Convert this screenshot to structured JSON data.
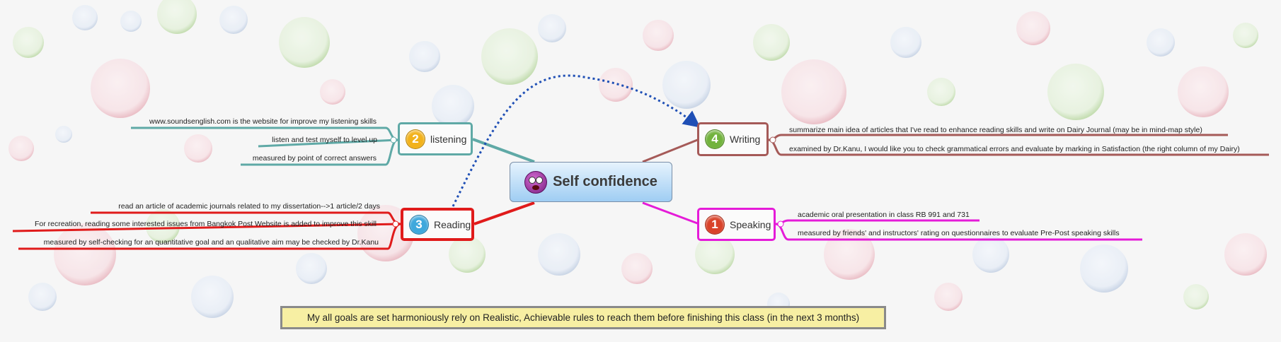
{
  "central": {
    "title": "Self confidence"
  },
  "colors": {
    "listening": "#5fa9a6",
    "reading": "#e01b1b",
    "writing": "#a55a58",
    "speaking": "#e51bd8"
  },
  "topics": {
    "listening": {
      "number": "2",
      "label": "listening",
      "badge_color": "#f2b21b",
      "items": [
        "www.soundsenglish.com is the website for improve my listening skills",
        "listen and test myself to level up",
        "measured by point of correct answers"
      ]
    },
    "reading": {
      "number": "3",
      "label": "Reading",
      "badge_color": "#3fa8dc",
      "items": [
        "read an article of academic journals related to my dissertation-->1 article/2 days",
        "For recreation, reading some interested issues from Bangkok Post Website is added to improve this skill",
        "measured by self-checking for an quantitative goal and an qualitative aim may be checked by Dr.Kanu"
      ]
    },
    "writing": {
      "number": "4",
      "label": "Writing",
      "badge_color": "#72b33d",
      "items": [
        "summarize main idea of articles that I've read to enhance reading skills and write on Dairy Journal (may be in mind-map style)",
        "examined by Dr.Kanu, I would like you to check grammatical errors and evaluate by marking in Satisfaction (the right column of my Dairy)"
      ]
    },
    "speaking": {
      "number": "1",
      "label": "Speaking",
      "badge_color": "#d9432a",
      "items": [
        "academic oral presentation in class RB 991 and 731",
        "measured by friends' and instructors' rating on questionnaires to evaluate Pre-Post speaking skills"
      ]
    }
  },
  "note": "My all goals are set harmoniously rely on Realistic, Achievable rules to reach them  before finishing this class (in the next 3 months)"
}
